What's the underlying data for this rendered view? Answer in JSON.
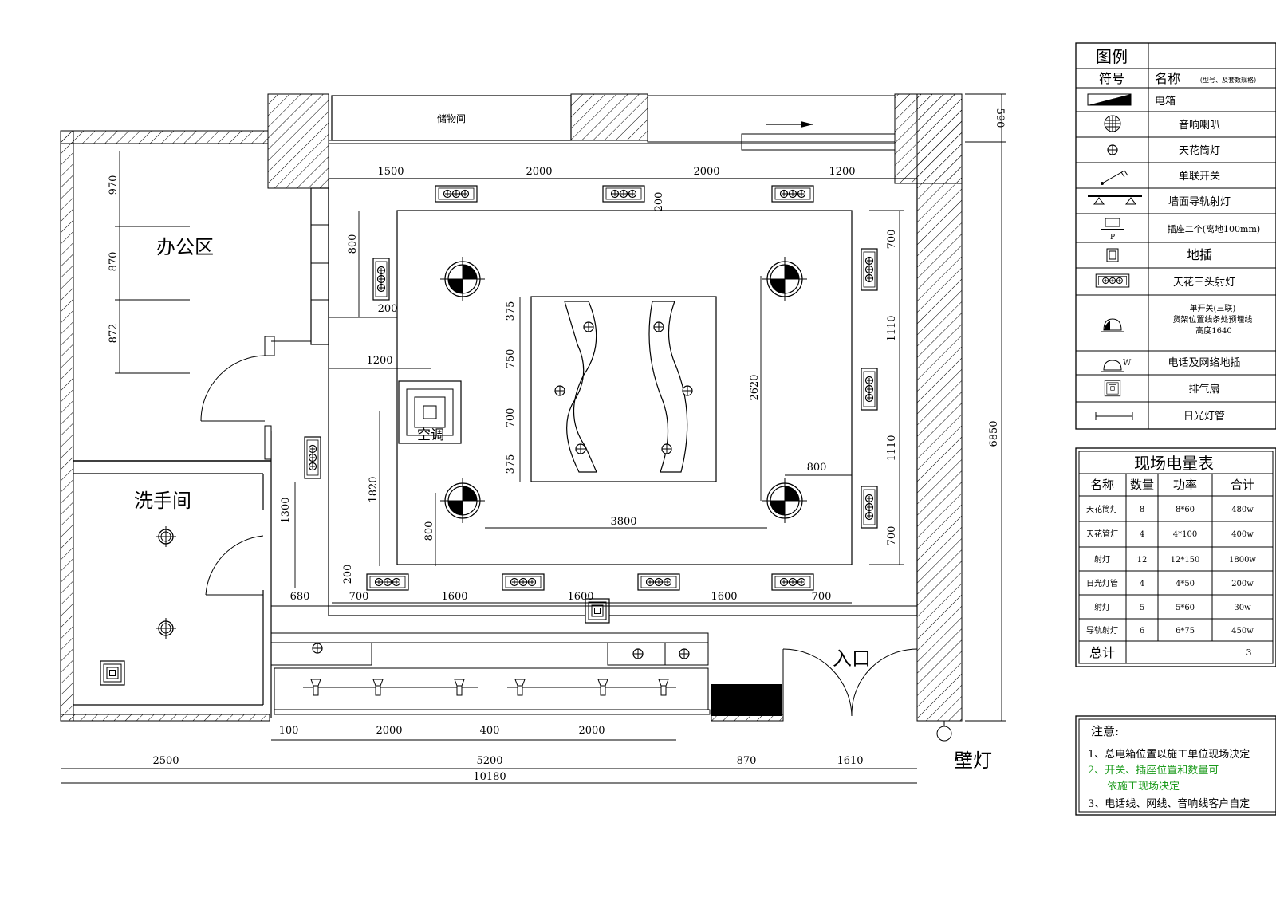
{
  "rooms": {
    "office": "办公区",
    "washroom": "洗手间",
    "storage": "储物间",
    "entrance": "入口",
    "ac": "空调",
    "wall_lamp": "壁灯"
  },
  "dims_top": [
    "1500",
    "2000",
    "2000",
    "1200"
  ],
  "dims_left_office": [
    "970",
    "870",
    "872"
  ],
  "dims_inner": {
    "d200a": "200",
    "d800a": "800",
    "d200b": "200",
    "d1200": "1200",
    "d1820": "1820",
    "d1300": "1300",
    "d800b": "800",
    "d200c": "200",
    "d375a": "375",
    "d750": "750",
    "d700": "700",
    "d375b": "375",
    "d2620": "2620",
    "d3800": "3800",
    "d800c": "800",
    "r700a": "700",
    "r1110a": "1110",
    "r1110b": "1110",
    "r700b": "700",
    "d590": "590",
    "d6850": "6850"
  },
  "dims_bottom_row1": [
    "680",
    "700",
    "1600",
    "1600",
    "1600",
    "700"
  ],
  "dims_bottom_row2": [
    "100",
    "2000",
    "400",
    "2000"
  ],
  "dims_bottom_row3": [
    "2500",
    "5200",
    "870",
    "1610"
  ],
  "dims_total": "10180",
  "legend": {
    "title": "图例",
    "col_symbol": "符号",
    "col_name": "名称",
    "col_name_note": "(型号、及套数规格)",
    "items": [
      {
        "icon": "distribution-box-icon",
        "name": "电箱"
      },
      {
        "icon": "speaker-icon",
        "name": "音响喇叭"
      },
      {
        "icon": "ceiling-tube-light-icon",
        "name": "天花筒灯"
      },
      {
        "icon": "switch-icon",
        "name": "单联开关"
      },
      {
        "icon": "wall-track-light-icon",
        "name": "墙面导轨射灯"
      },
      {
        "icon": "socket-icon",
        "name": "插座二个(离地100mm)"
      },
      {
        "icon": "floor-socket-icon",
        "name": "地插"
      },
      {
        "icon": "triple-spotlight-icon",
        "name": "天花三头射灯"
      },
      {
        "icon": "triple-switch-icon",
        "name": "单开关(三联)\n货架位置线条处预埋线\n高度1640"
      },
      {
        "icon": "phone-network-socket-icon",
        "name": "电话及网络地插"
      },
      {
        "icon": "exhaust-fan-icon",
        "name": "排气扇"
      },
      {
        "icon": "fluorescent-tube-icon",
        "name": "日光灯管"
      }
    ]
  },
  "power_table": {
    "title": "现场电量表",
    "headers": [
      "名称",
      "数量",
      "功率",
      "合计"
    ],
    "rows": [
      [
        "天花筒灯",
        "8",
        "8*60",
        "480w"
      ],
      [
        "天花管灯",
        "4",
        "4*100",
        "400w"
      ],
      [
        "射灯",
        "12",
        "12*150",
        "1800w"
      ],
      [
        "日光灯管",
        "4",
        "4*50",
        "200w"
      ],
      [
        "射灯",
        "5",
        "5*60",
        "30w"
      ],
      [
        "导轨射灯",
        "6",
        "6*75",
        "450w"
      ]
    ],
    "total_label": "总计",
    "total_value": "3"
  },
  "notes": {
    "title": "注意:",
    "line1": "1、总电箱位置以施工单位现场决定",
    "line2": "2、开关、插座位置和数量可",
    "line2b": "依施工现场决定",
    "line3": "3、电话线、网线、音响线客户自定"
  }
}
